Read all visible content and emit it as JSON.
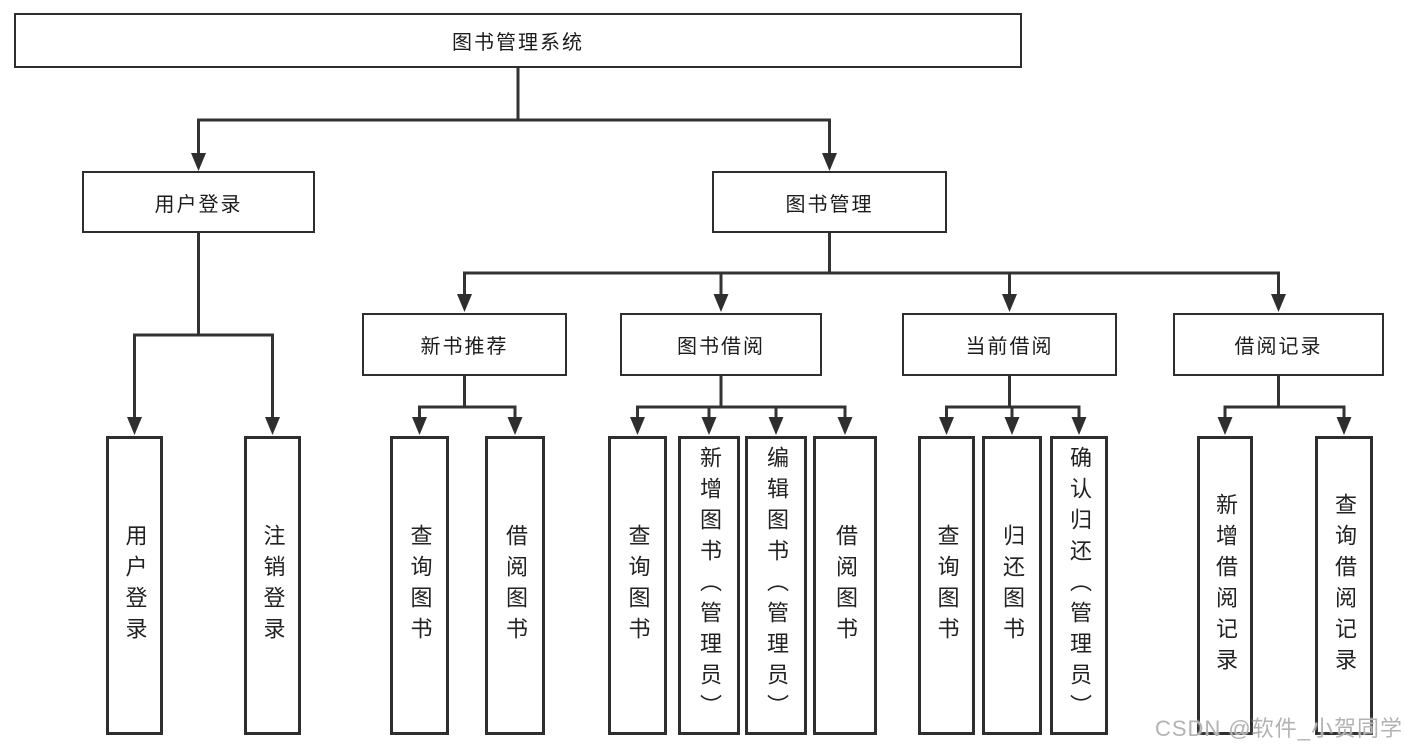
{
  "nodes": {
    "root": "图书管理系统",
    "user_login_group": "用户登录",
    "book_mgmt": "图书管理",
    "new_book_rec": "新书推荐",
    "book_borrow": "图书借阅",
    "current_borrow": "当前借阅",
    "borrow_records": "借阅记录",
    "leaf_user_login": "用户登录",
    "leaf_logout": "注销登录",
    "leaf_query_book_1": "查询图书",
    "leaf_borrow_book_1": "借阅图书",
    "leaf_query_book_2": "查询图书",
    "leaf_add_book": "新增图书（管理员）",
    "leaf_edit_book": "编辑图书（管理员）",
    "leaf_borrow_book_2": "借阅图书",
    "leaf_query_book_3": "查询图书",
    "leaf_return_book": "归还图书",
    "leaf_confirm_return": "确认归还（管理员）",
    "leaf_add_borrow_record": "新增借阅记录",
    "leaf_query_borrow_record": "查询借阅记录"
  },
  "watermark": {
    "text": "CSDN @软件_小贺同学",
    "color": "#b3b3b3"
  },
  "colors": {
    "line": "#333333",
    "box_border": "#2e2e2e",
    "text": "#1c1c1c",
    "background": "#ffffff"
  }
}
